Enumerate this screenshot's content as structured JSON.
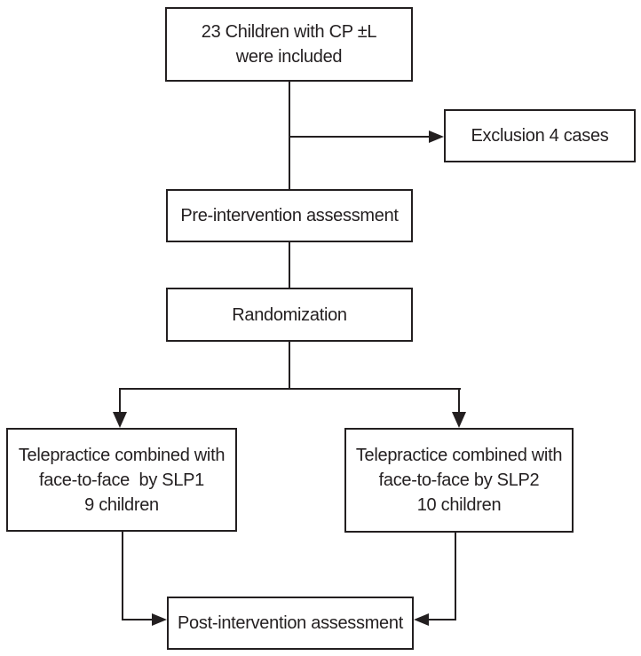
{
  "diagram": {
    "type": "flowchart",
    "colors": {
      "line": "#231f20",
      "text": "#231f20",
      "background": "#ffffff"
    },
    "nodes": {
      "included": {
        "lines": [
          "23 Children with CP ±L",
          "were included"
        ]
      },
      "exclusion": {
        "lines": [
          "Exclusion 4 cases"
        ]
      },
      "pre": {
        "lines": [
          "Pre-intervention assessment"
        ]
      },
      "randomization": {
        "lines": [
          "Randomization"
        ]
      },
      "slp1": {
        "lines": [
          "Telepractice combined with",
          "face-to-face  by SLP1",
          "9 children"
        ]
      },
      "slp2": {
        "lines": [
          "Telepractice combined with",
          "face-to-face by SLP2",
          "10 children"
        ]
      },
      "post": {
        "lines": [
          "Post-intervention assessment"
        ]
      }
    }
  }
}
